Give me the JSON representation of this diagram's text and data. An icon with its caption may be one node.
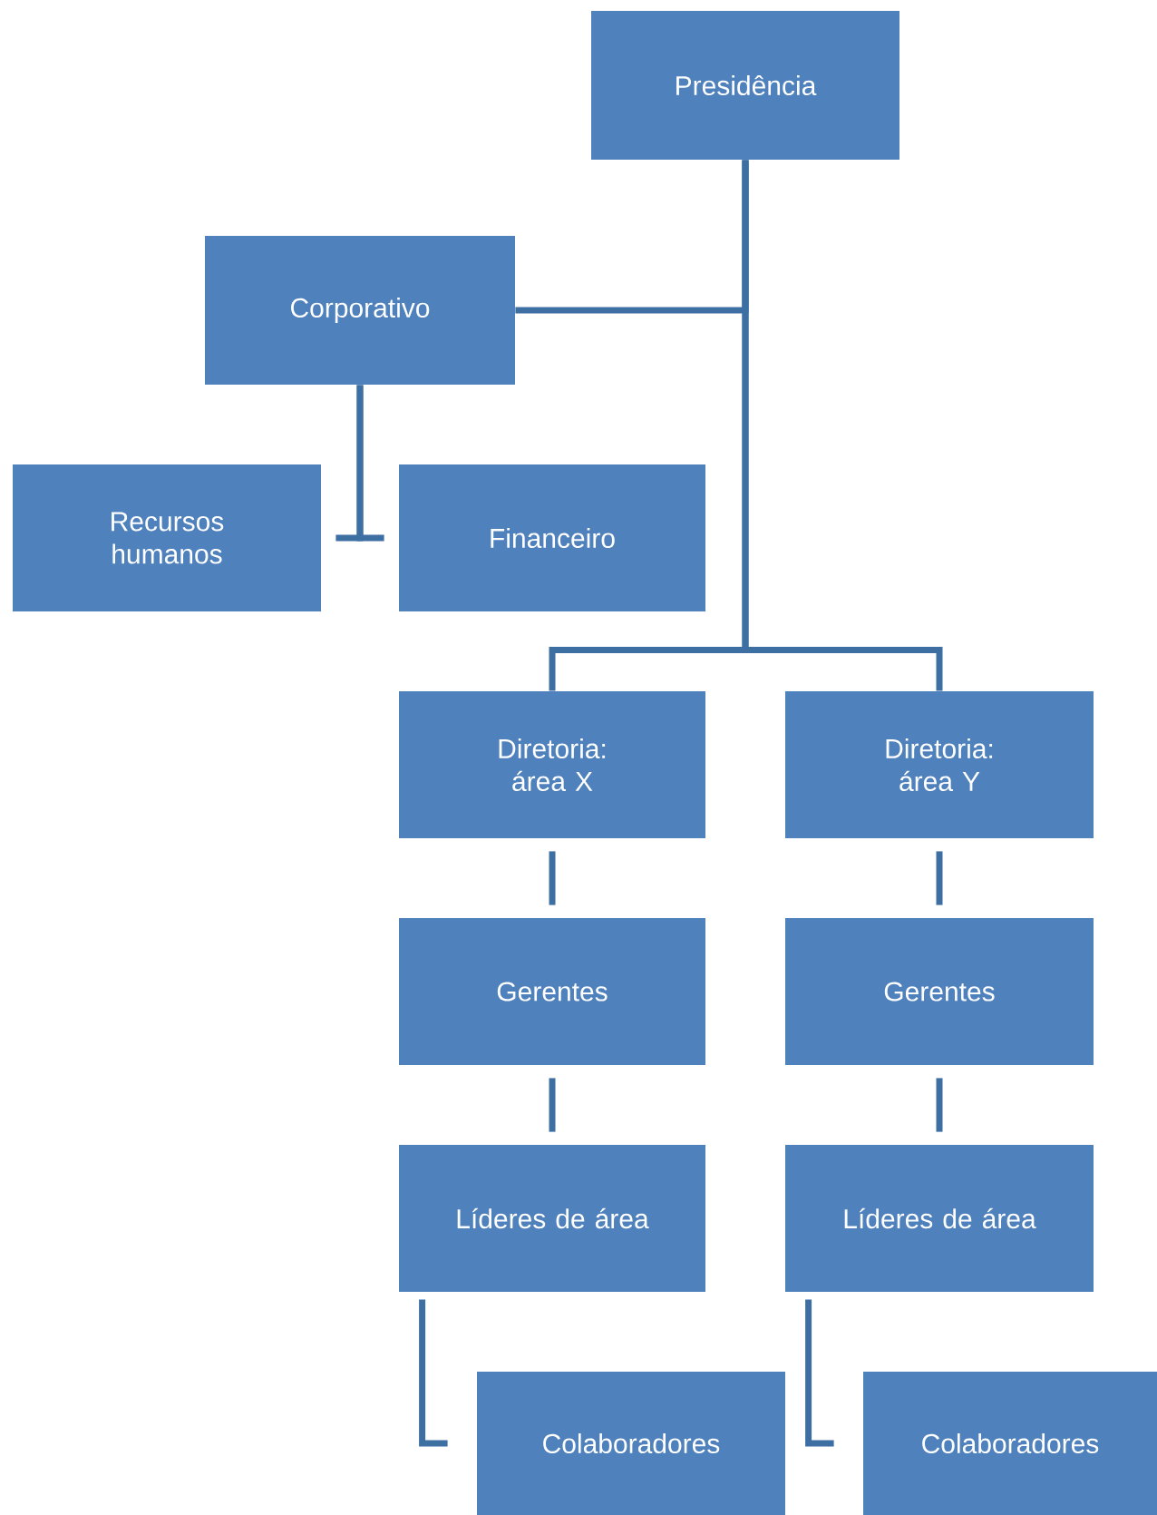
{
  "diagram": {
    "nodes": [
      {
        "text": [
          "Presidência"
        ]
      },
      {
        "text": [
          "Corporativo"
        ]
      },
      {
        "text": [
          "Recursos humanos"
        ]
      },
      {
        "text": [
          "Financeiro"
        ]
      },
      {
        "text": [
          "Diretoria: área X"
        ]
      },
      {
        "text": [
          "Diretoria: área Y"
        ]
      },
      {
        "text": [
          "Gerentes"
        ]
      },
      {
        "text": [
          "Gerentes"
        ]
      },
      {
        "text": [
          "Líderes de área"
        ]
      },
      {
        "text": [
          "Líderes de área"
        ]
      },
      {
        "text": [
          "Colaboradores"
        ]
      },
      {
        "text": [
          "Colaboradores"
        ]
      }
    ],
    "edges": [
      {
        "from": 0,
        "to": 1,
        "arrow": "none"
      },
      {
        "from": 0,
        "to": 4,
        "arrow": "none"
      },
      {
        "from": 0,
        "to": 5,
        "arrow": "none"
      },
      {
        "from": 1,
        "to": 2,
        "arrow": "none"
      },
      {
        "from": 1,
        "to": 3,
        "arrow": "none"
      },
      {
        "from": 4,
        "to": 6,
        "arrow": "none"
      },
      {
        "from": 6,
        "to": 8,
        "arrow": "none"
      },
      {
        "from": 8,
        "to": 10,
        "arrow": "none"
      },
      {
        "from": 5,
        "to": 7,
        "arrow": "none"
      },
      {
        "from": 7,
        "to": 9,
        "arrow": "none"
      },
      {
        "from": 9,
        "to": 11,
        "arrow": "none"
      }
    ]
  }
}
